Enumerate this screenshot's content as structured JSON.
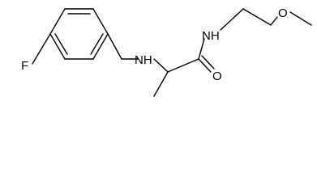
{
  "molecule": {
    "atoms": {
      "fluorine": "F",
      "amine_nh": "NH",
      "amide_nh": "NH",
      "carbonyl_o": "O",
      "ether_o": "O"
    }
  }
}
